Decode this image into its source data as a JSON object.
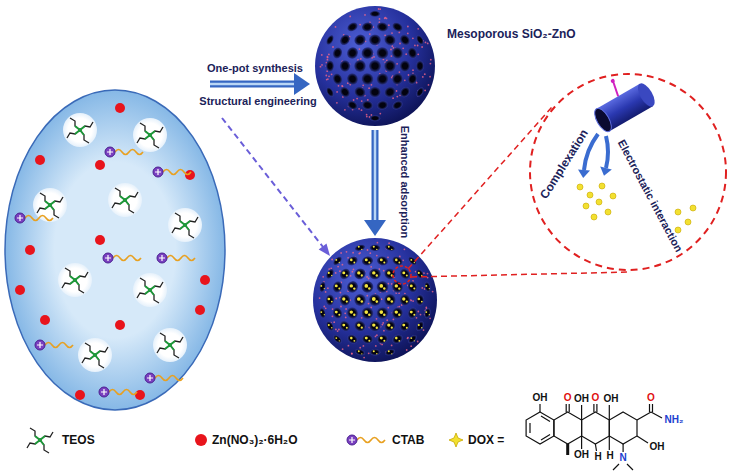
{
  "diagram": {
    "nodes": [
      {
        "text": [
          "Mesoporous SiO₂-ZnO"
        ]
      },
      {
        "text": [
          "Complexation",
          "Electrostatic interaction"
        ]
      }
    ],
    "labels": [
      "One-pot synthesis",
      "Structural engineering",
      "Enhanced adsorption",
      "OH",
      "O",
      "OH",
      "O",
      "OH",
      "O",
      "NH₂",
      "OH",
      "OH",
      "H",
      "H",
      "N"
    ],
    "legend": [
      {
        "text": "TEOS"
      },
      {
        "text": "Zn(NO₃)₂·6H₂O",
        "color": "#e8141c"
      },
      {
        "text": "CTAB"
      },
      {
        "text": "DOX ="
      }
    ]
  }
}
